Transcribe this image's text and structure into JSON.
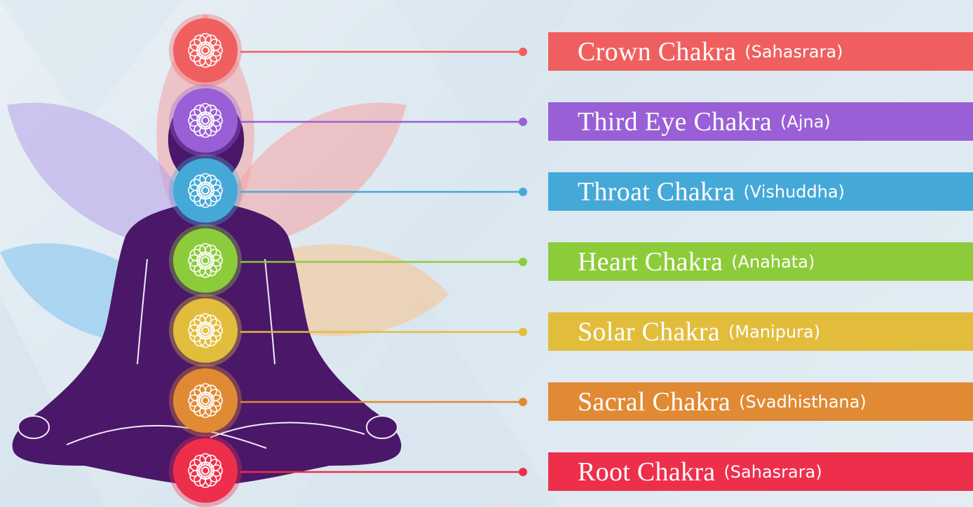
{
  "chakras": [
    {
      "name": "Crown Chakra",
      "alt": "(Sahasrara)",
      "color": "#f05f5f",
      "icon": "crown-chakra-icon"
    },
    {
      "name": "Third Eye Chakra",
      "alt": "(Ajna)",
      "color": "#9a5fd6",
      "icon": "third-eye-chakra-icon"
    },
    {
      "name": "Throat Chakra",
      "alt": "(Vishuddha)",
      "color": "#45a9d8",
      "icon": "throat-chakra-icon"
    },
    {
      "name": "Heart Chakra",
      "alt": "(Anahata)",
      "color": "#8ccc3a",
      "icon": "heart-chakra-icon"
    },
    {
      "name": "Solar Chakra",
      "alt": "(Manipura)",
      "color": "#e2bd3c",
      "icon": "solar-plexus-chakra-icon"
    },
    {
      "name": "Sacral Chakra",
      "alt": "(Svadhisthana)",
      "color": "#e08a34",
      "icon": "sacral-chakra-icon"
    },
    {
      "name": "Root Chakra",
      "alt": "(Sahasrara)",
      "color": "#ee2f4c",
      "icon": "root-chakra-icon"
    }
  ],
  "figure": {
    "body_color": "#4a1769",
    "petal_colors": [
      "#f4a2a2",
      "#b7a0e8",
      "#7dc3ef",
      "#f7c38c",
      "#c9e48a"
    ]
  }
}
